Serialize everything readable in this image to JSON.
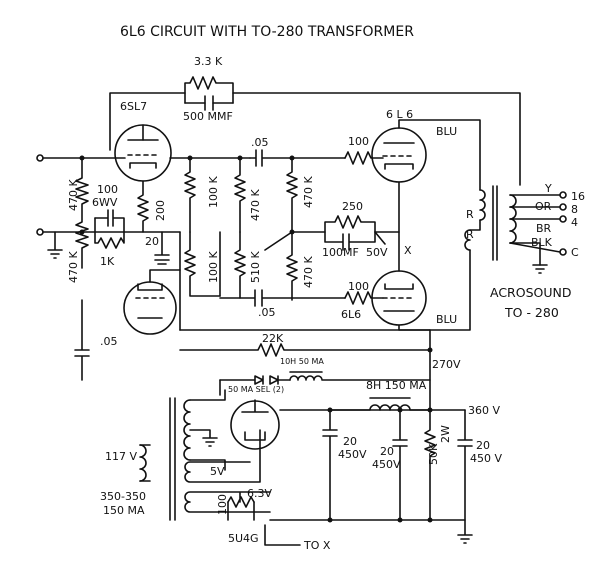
{
  "title": "6L6 CIRCUIT WITH TO-280 TRANSFORMER",
  "labels": {
    "r_33k": "3.3 K",
    "c_500": "500 MMF",
    "tube_6sl7": "6SL7",
    "tube_6l6_top": "6 L 6",
    "tube_6l6_bottom": "6L6",
    "c_05_top": ".05",
    "c_05_mid": ".05",
    "c_05_left": ".05",
    "r_100_top": "100",
    "r_100_bottom": "100",
    "r_470k_a": "470 K",
    "r_470k_b": "470 K",
    "r_470k_c": "470 K",
    "r_470k_d": "470 K",
    "r_470k_e": "470 K",
    "r_100k_a": "100 K",
    "r_100k_b": "100 K",
    "r_200": "200",
    "c_100_6wv": "100",
    "c_6wv": "6WV",
    "r_1k": "1K",
    "c_20": "20",
    "r_510k": "510 K",
    "r_250": "250",
    "c_100mf": "100MF",
    "c_50v": "50V",
    "x_mark": "X",
    "r_22k": "22K",
    "choke_10h": "10H 50 MA",
    "sel_rect": "50 MA SEL (2)",
    "choke_8h": "8H 150 MA",
    "blu_top": "BLU",
    "blu_bottom": "BLU",
    "r_top": "R",
    "r_bottom": "R",
    "tap_y": "Y",
    "tap_or": "OR",
    "tap_br": "BR",
    "tap_blk": "BLK",
    "tap_16": "16",
    "tap_8": "8",
    "tap_4": "4",
    "tap_c": "C",
    "acrosound": "ACROSOUND",
    "to280": "TO - 280",
    "v_270": "270V",
    "v_360": "360 V",
    "c_20_450_a": "20",
    "c_20_450_a_v": "450V",
    "c_20_450_b": "20",
    "c_20_450_b_v": "450V",
    "c_20_450_c": "20",
    "c_20_450_c_v": "450 V",
    "r_50k": "50K",
    "r_2w": "2W",
    "v_117": "117 V",
    "v_5": "5V",
    "v_63": "6.3V",
    "r_100_hum": "100",
    "pt_rating_1": "350-350",
    "pt_rating_2": "150 MA",
    "tube_5u4g": "5U4G",
    "to_x": "TO X"
  }
}
